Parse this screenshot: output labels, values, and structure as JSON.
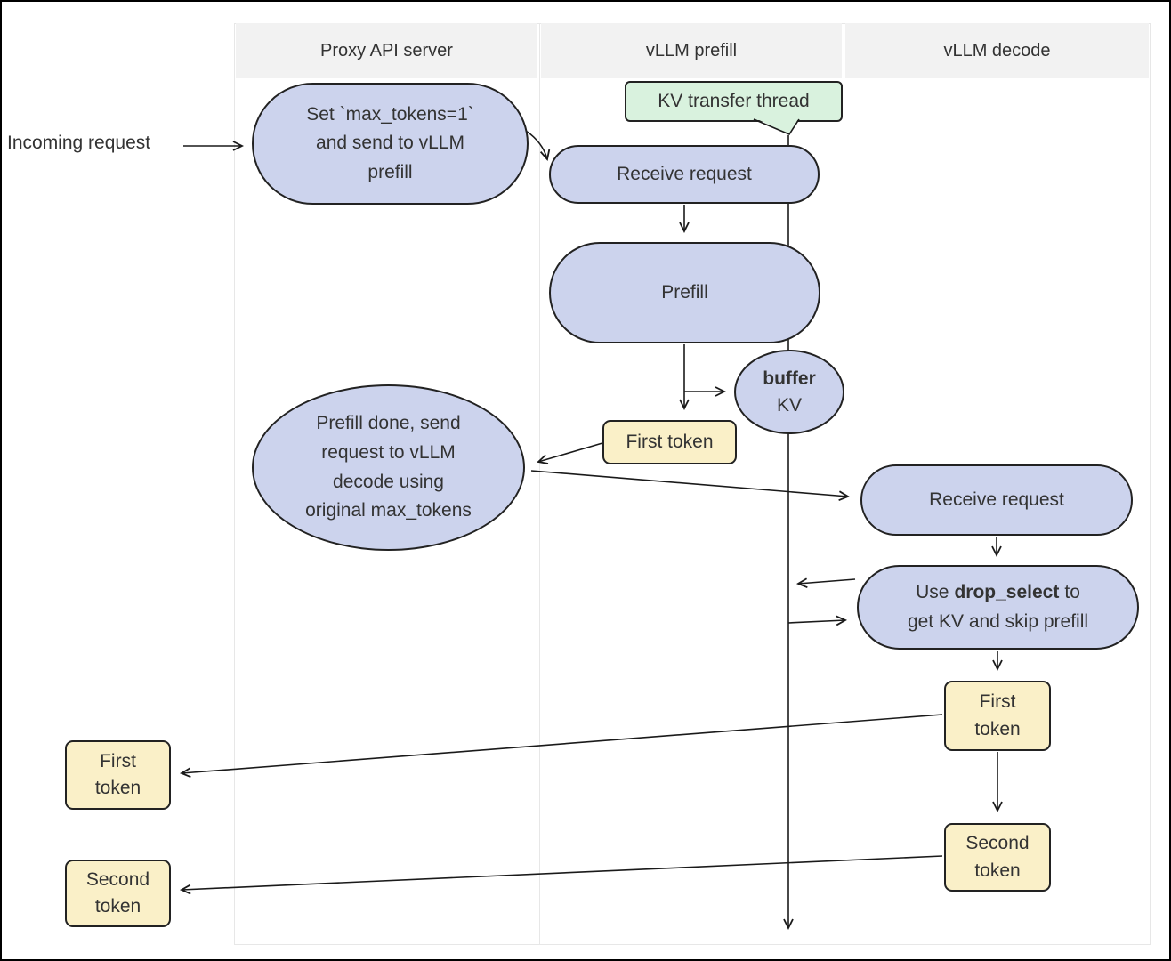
{
  "colors": {
    "lavender": "#ccd3ed",
    "yellow": "#faf0c8",
    "green": "#d9f2de",
    "node-border": "#222222",
    "line": "#1a1a1a",
    "text": "#333333",
    "lane-header-bg": "#f2f2f2",
    "lane-border": "#e7e7e7",
    "frame": "#000000"
  },
  "lanes": [
    {
      "label": "Proxy API server"
    },
    {
      "label": "vLLM prefill"
    },
    {
      "label": "vLLM decode"
    }
  ],
  "incoming_label": "Incoming request",
  "nodes": {
    "kv_thread": {
      "label": "KV transfer thread"
    },
    "set_max_tokens": {
      "lines": [
        "Set `max_tokens=1`",
        "and send to vLLM",
        "prefill"
      ]
    },
    "receive_request_prefill": {
      "label": "Receive request"
    },
    "prefill": {
      "label": "Prefill"
    },
    "buffer_kv": {
      "bold": "buffer",
      "label": "KV"
    },
    "first_token_prefill": {
      "label": "First token"
    },
    "prefill_done": {
      "lines": [
        "Prefill done, send",
        "request to vLLM",
        "decode using",
        "original max_tokens"
      ]
    },
    "receive_request_decode": {
      "label": "Receive request"
    },
    "drop_select": {
      "pre": "Use",
      "bold": "drop_select",
      "post": "to",
      "line2": "get KV and skip prefill"
    },
    "first_token_decode": {
      "lines": [
        "First",
        "token"
      ]
    },
    "second_token_decode": {
      "lines": [
        "Second",
        "token"
      ]
    },
    "first_token_out": {
      "lines": [
        "First",
        "token"
      ]
    },
    "second_token_out": {
      "lines": [
        "Second",
        "token"
      ]
    }
  }
}
